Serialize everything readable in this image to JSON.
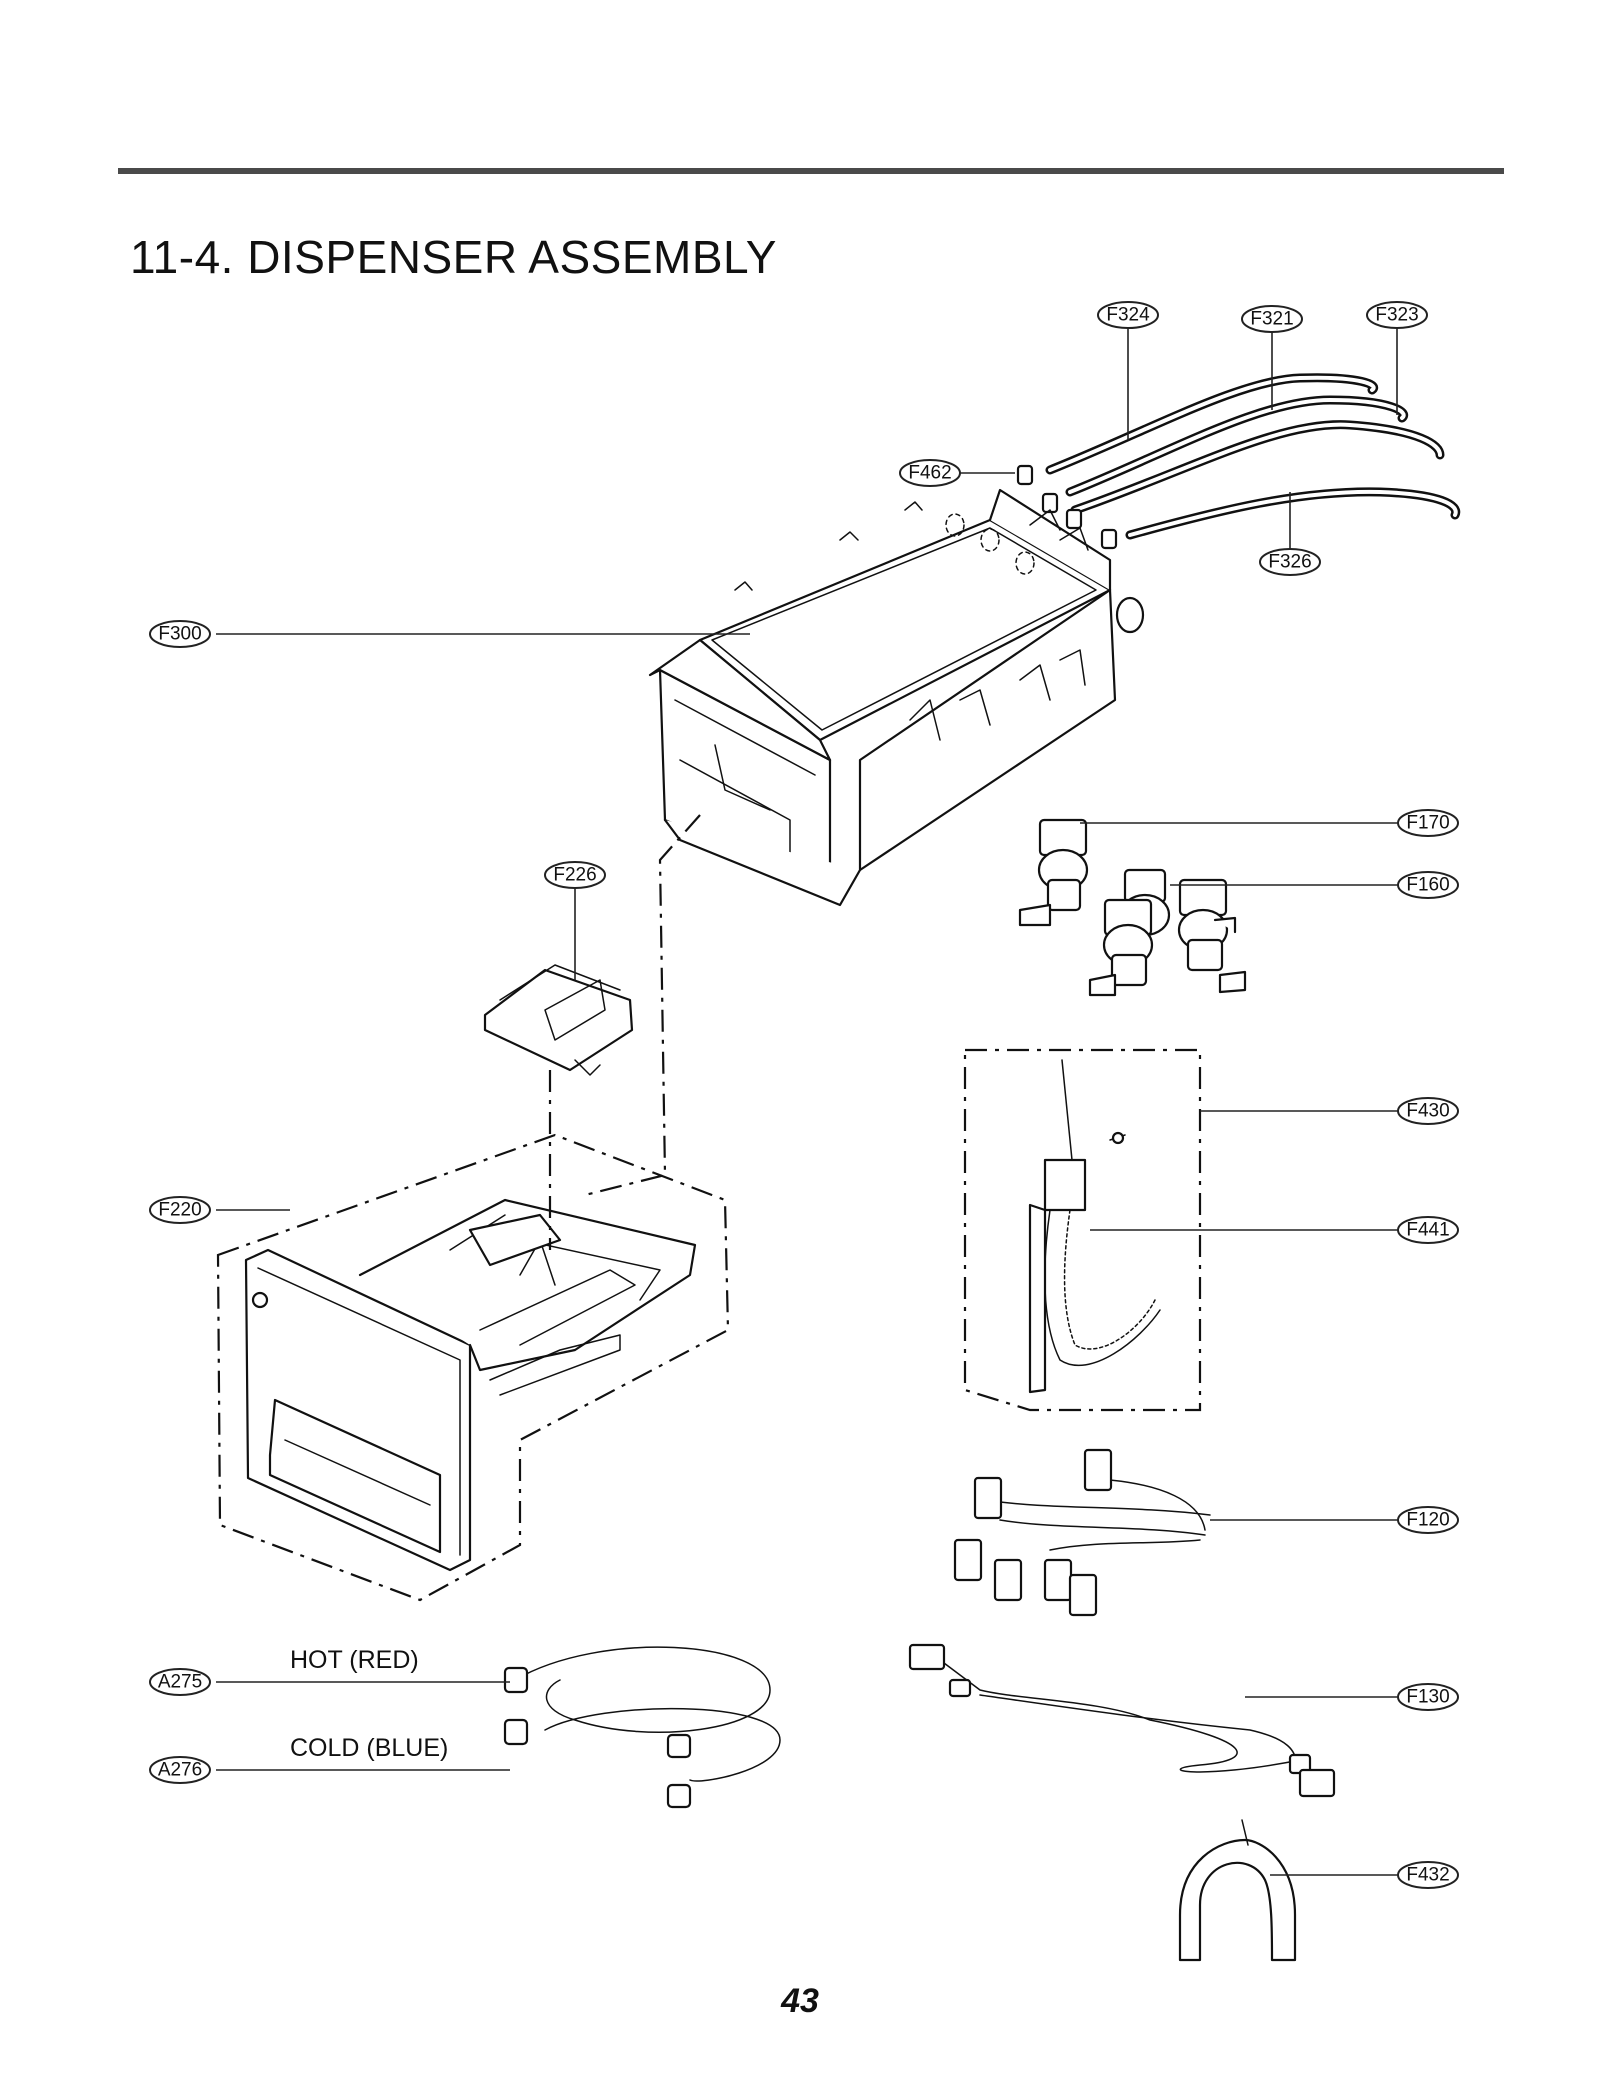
{
  "page": {
    "title": "11-4. DISPENSER ASSEMBLY",
    "page_number": "43"
  },
  "callouts": {
    "f324": "F324",
    "f321": "F321",
    "f323": "F323",
    "f462": "F462",
    "f326": "F326",
    "f300": "F300",
    "f170": "F170",
    "f160": "F160",
    "f226": "F226",
    "f430": "F430",
    "f441": "F441",
    "f220": "F220",
    "f120": "F120",
    "a275": "A275",
    "a276": "A276",
    "f130": "F130",
    "f432": "F432"
  },
  "notes": {
    "hot": "HOT (RED)",
    "cold": "COLD (BLUE)"
  }
}
